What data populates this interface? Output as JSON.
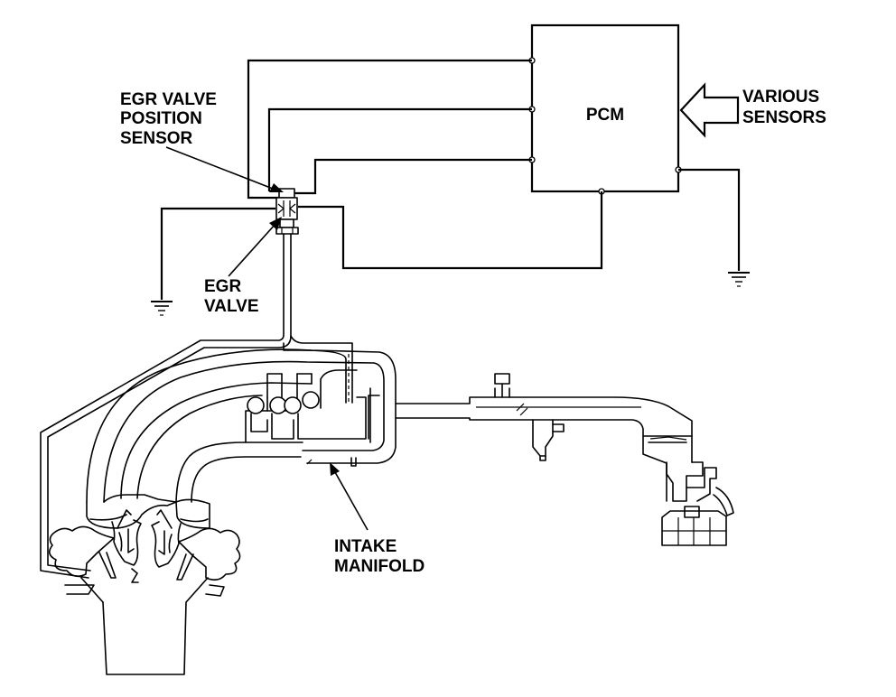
{
  "labels": {
    "pcm": "PCM",
    "various_sensors": [
      "VARIOUS",
      "SENSORS"
    ],
    "egr_position_sensor": [
      "EGR VALVE",
      "POSITION",
      "SENSOR"
    ],
    "egr_valve": [
      "EGR",
      "VALVE"
    ],
    "intake_manifold": [
      "INTAKE",
      "MANIFOLD"
    ]
  }
}
